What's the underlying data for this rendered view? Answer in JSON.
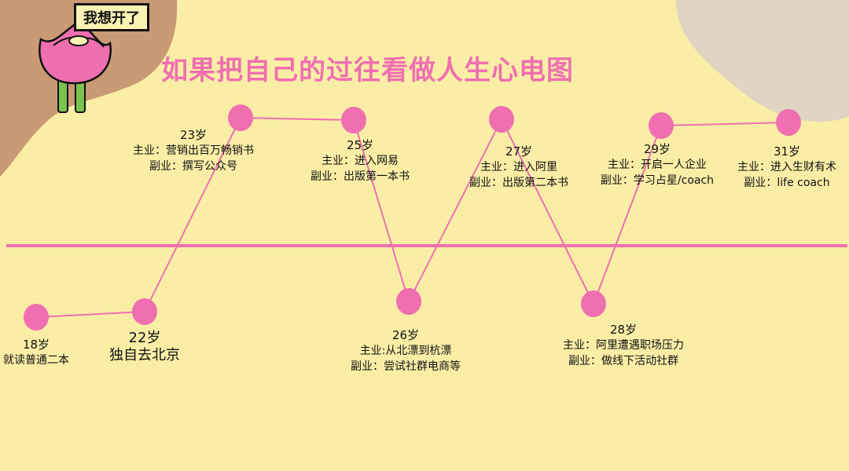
{
  "title": "如果把自己的过往看做人生心电图",
  "sticker": {
    "text": "我想开了"
  },
  "colors": {
    "background": "#faeea7",
    "accent": "#f06fb0",
    "blob_left": "#c99a73",
    "blob_right": "#e1d4c2",
    "stem": "#7cc34e"
  },
  "icons": {
    "mascot": "flower-mascot-icon"
  },
  "milestones": [
    {
      "age": "18岁",
      "level": "low",
      "lines": [
        "就读普通二本"
      ]
    },
    {
      "age": "22岁",
      "level": "low",
      "lines": [
        "独自去北京"
      ]
    },
    {
      "age": "23岁",
      "level": "high",
      "lines": [
        "主业：营销出百万畅销书",
        "副业：撰写公众号"
      ]
    },
    {
      "age": "25岁",
      "level": "high",
      "lines": [
        "主业：进入网易",
        "副业：出版第一本书"
      ]
    },
    {
      "age": "26岁",
      "level": "low",
      "lines": [
        "主业:从北漂到杭漂",
        "副业：尝试社群电商等"
      ]
    },
    {
      "age": "27岁",
      "level": "high",
      "lines": [
        "主业：进入阿里",
        "副业：出版第二本书"
      ]
    },
    {
      "age": "28岁",
      "level": "low",
      "lines": [
        "主业：阿里遭遇职场压力",
        "副业：做线下活动社群"
      ]
    },
    {
      "age": "29岁",
      "level": "high",
      "lines": [
        "主业：开启一人企业",
        "副业：学习占星/coach"
      ]
    },
    {
      "age": "31岁",
      "level": "high",
      "lines": [
        "主业：进入生财有术",
        "副业：life coach"
      ]
    }
  ]
}
